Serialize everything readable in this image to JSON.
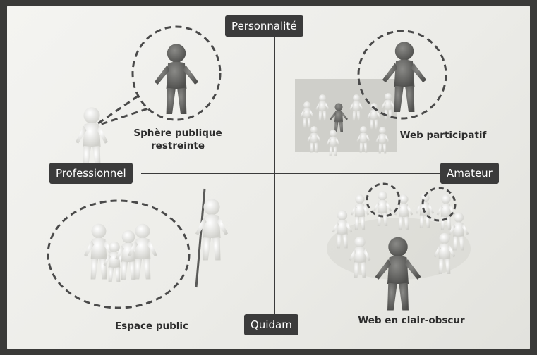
{
  "axes": {
    "top": "Personnalité",
    "bottom": "Quidam",
    "left": "Professionnel",
    "right": "Amateur"
  },
  "quadrants": {
    "top_left": {
      "caption_line1": "Sphère publique",
      "caption_line2": "restreinte",
      "icon": "spotlight-figure-icon"
    },
    "top_right": {
      "caption": "Web participatif",
      "icon": "crowd-highlight-icon"
    },
    "bottom_left": {
      "caption": "Espace public",
      "icon": "family-group-icon"
    },
    "bottom_right": {
      "caption": "Web en clair-obscur",
      "icon": "circle-of-figures-icon"
    }
  },
  "colors": {
    "label_bg": "#3b3b3b",
    "figure_dark": "#6e6e6c",
    "figure_light": "#e6e6e2",
    "dash": "#4a4a4a"
  }
}
